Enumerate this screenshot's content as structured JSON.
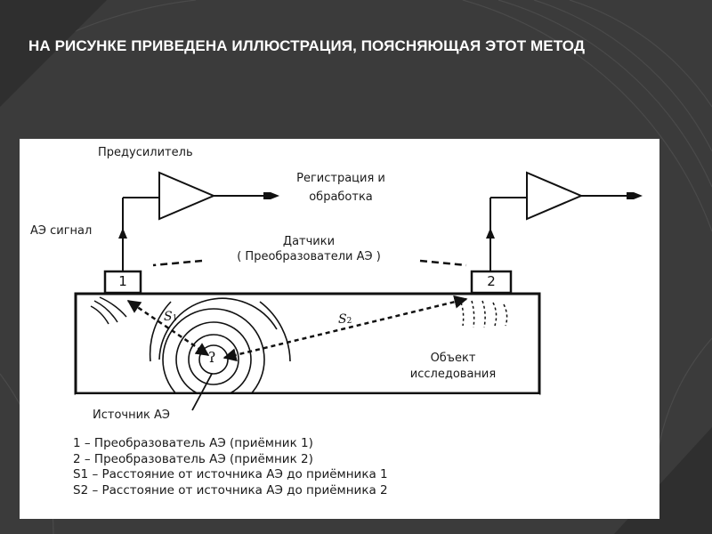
{
  "slide": {
    "title": "НА РИСУНКЕ  ПРИВЕДЕНА ИЛЛЮСТРАЦИЯ, ПОЯСНЯЮЩАЯ ЭТОТ МЕТОД"
  },
  "diagram": {
    "preamp_label": "Предусилитель",
    "processing_label_1": "Регистрация и",
    "processing_label_2": "обработка",
    "ae_signal_label": "АЭ сигнал",
    "sensors_label_1": "Датчики",
    "sensors_label_2": "( Преобразователи АЭ )",
    "sensor_1_num": "1",
    "sensor_2_num": "2",
    "s1_label": "S",
    "s1_sub": "1",
    "s2_label": "S",
    "s2_sub": "2",
    "source_glyph": "ʔ",
    "object_label_1": "Объект",
    "object_label_2": "исследования",
    "source_label": "Источник АЭ"
  },
  "legend": {
    "line_1": "1 – Преобразователь АЭ  (приёмник 1)",
    "line_2": "2 – Преобразователь АЭ  (приёмник 2)",
    "line_3": "S1 – Расстояние от источника АЭ до приёмника   1",
    "line_4": "S2 – Расстояние от источника АЭ до приёмника   2"
  },
  "colors": {
    "slide_bg": "#3a3a3a",
    "title_text": "#ffffff",
    "figure_bg": "#ffffff",
    "ink": "#111111"
  }
}
